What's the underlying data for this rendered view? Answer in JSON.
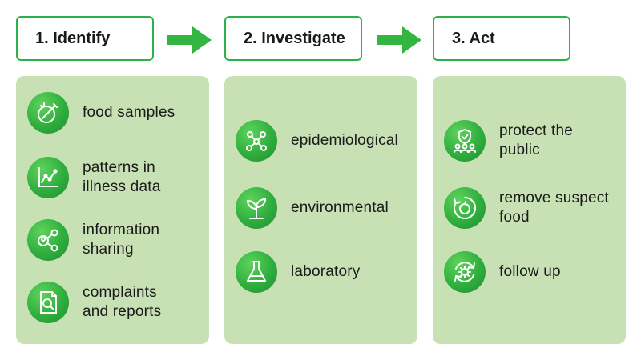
{
  "steps": [
    {
      "title": "1. Identify",
      "items": [
        {
          "label": "food samples",
          "icon": "sample-icon"
        },
        {
          "label": "patterns in\nillness data",
          "icon": "chart-icon"
        },
        {
          "label": "information\nsharing",
          "icon": "share-icon"
        },
        {
          "label": "complaints\nand reports",
          "icon": "report-icon"
        }
      ]
    },
    {
      "title": "2. Investigate",
      "items": [
        {
          "label": "epidemiological",
          "icon": "network-icon"
        },
        {
          "label": "environmental",
          "icon": "plant-icon"
        },
        {
          "label": "laboratory",
          "icon": "flask-icon"
        }
      ]
    },
    {
      "title": "3. Act",
      "items": [
        {
          "label": "protect the\npublic",
          "icon": "shield-people-icon"
        },
        {
          "label": "remove suspect\nfood",
          "icon": "remove-food-icon"
        },
        {
          "label": "follow up",
          "icon": "cycle-gear-icon"
        }
      ]
    }
  ],
  "colors": {
    "accent": "#2bb34a",
    "panel": "#c7e0b4",
    "arrow": "#33b53f"
  }
}
